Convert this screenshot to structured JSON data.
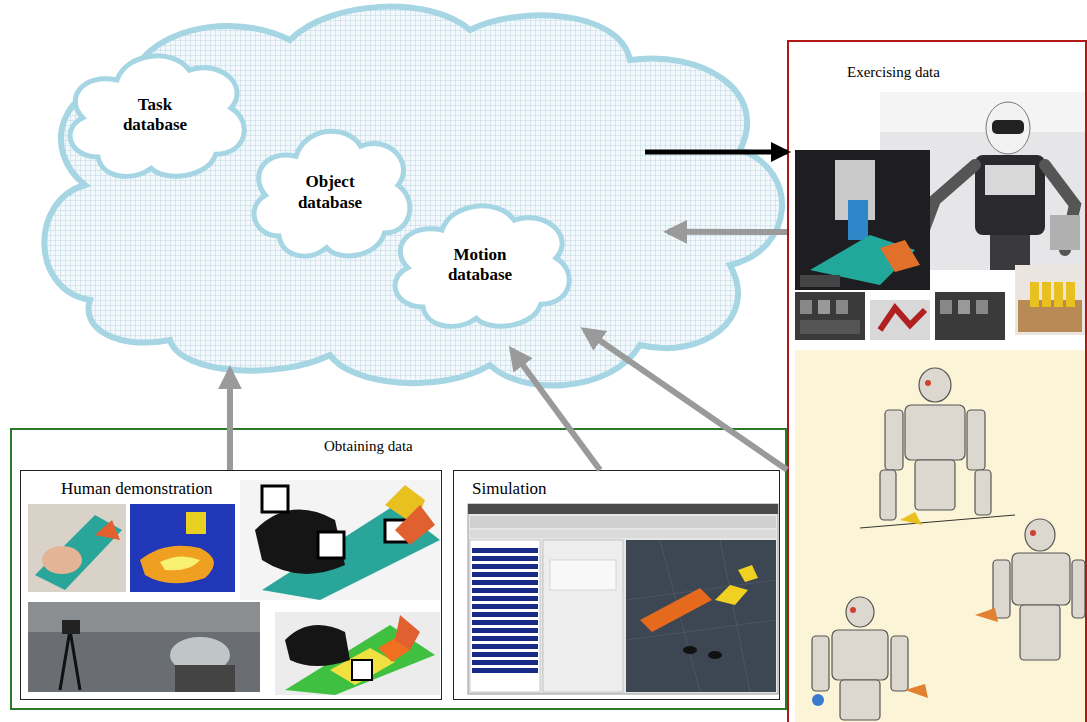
{
  "diagram": {
    "nodes": [
      {
        "text": []
      },
      {
        "text": [
          "Task database"
        ],
        "in": 0
      },
      {
        "text": [
          "Object database"
        ],
        "in": 0
      },
      {
        "text": [
          "Motion database"
        ],
        "in": 0
      },
      {
        "text": [
          "Exercising data"
        ]
      },
      {
        "text": [
          "Obtaining data"
        ]
      },
      {
        "text": [
          "Human demonstration"
        ],
        "in": 5
      },
      {
        "text": [
          "Simulation"
        ],
        "in": 5
      }
    ],
    "edges": [
      {
        "from": 0,
        "to": 4,
        "arrow": "to"
      },
      {
        "from": 4,
        "to": 0,
        "arrow": "to"
      },
      {
        "from": 4,
        "to": 3,
        "arrow": "to"
      },
      {
        "from": 6,
        "to": 0,
        "arrow": "to"
      },
      {
        "from": 7,
        "to": 0,
        "arrow": "to"
      }
    ]
  }
}
